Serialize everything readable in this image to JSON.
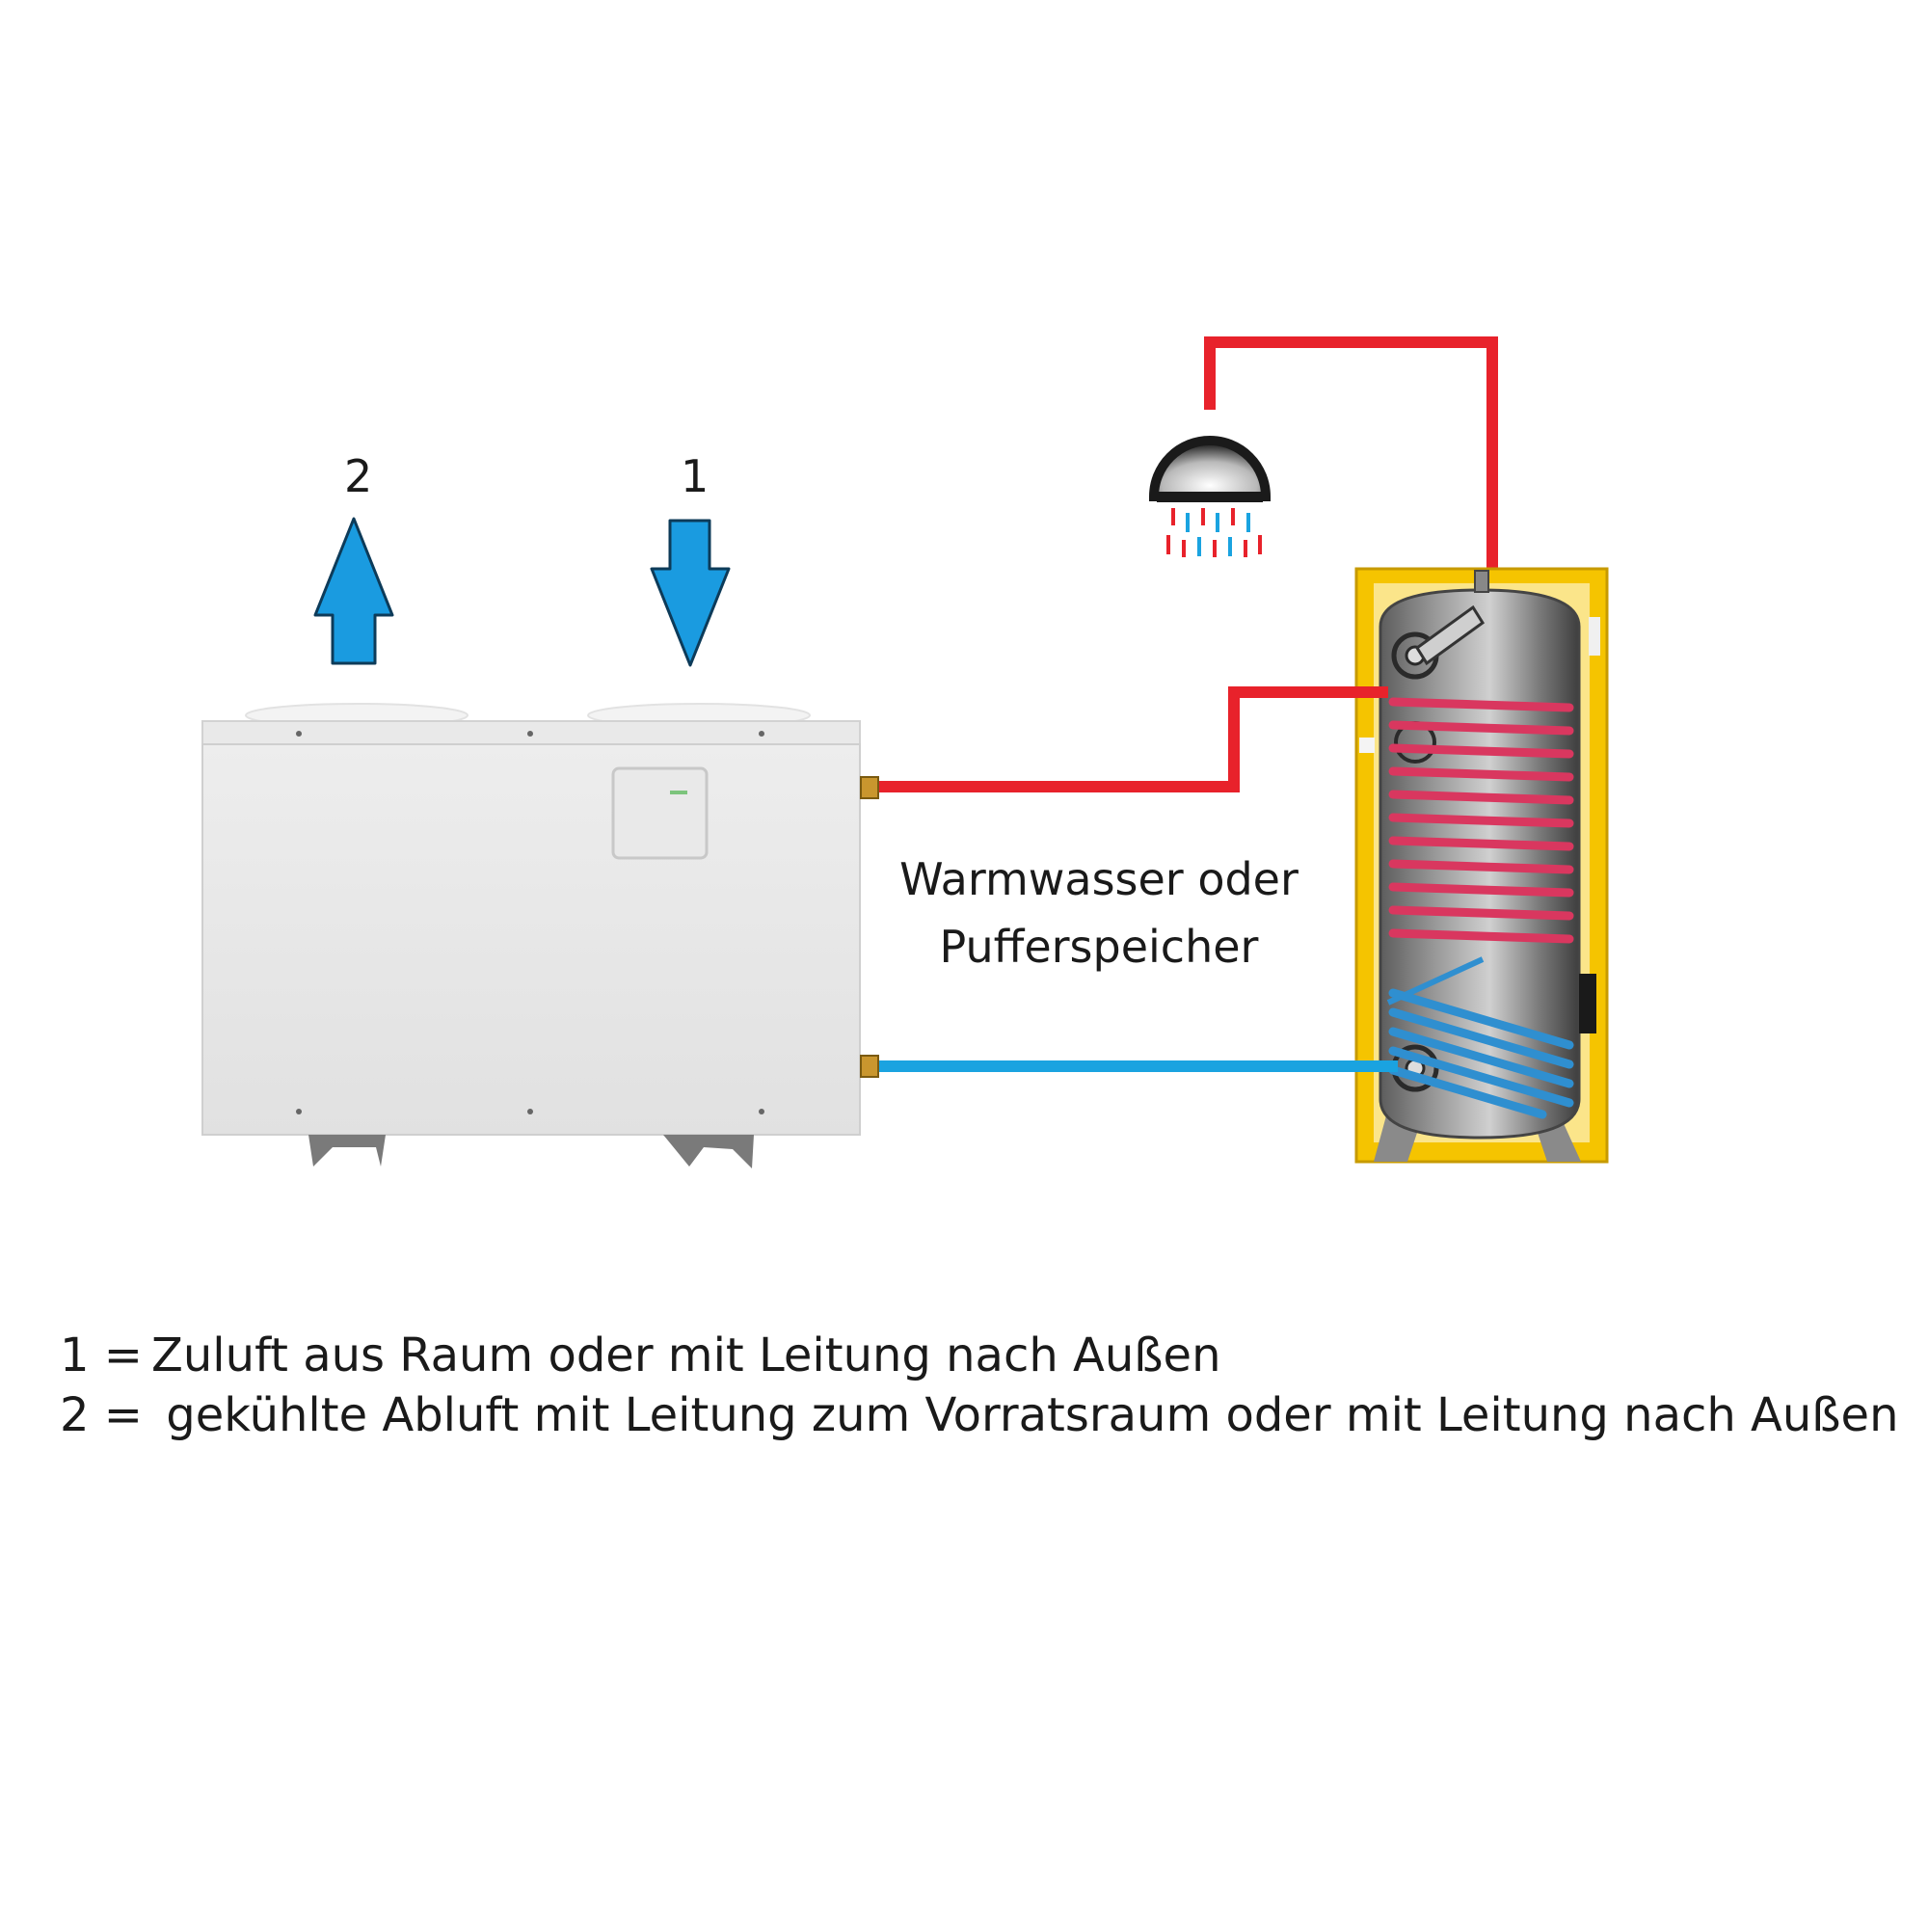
{
  "arrows": {
    "exhaust_number": "2",
    "intake_number": "1"
  },
  "storage_label": {
    "line1": "Warmwasser oder",
    "line2": "Pufferspeicher"
  },
  "legend": {
    "items": [
      {
        "key": "1  =",
        "text": "Zuluft aus Raum oder mit Leitung nach Außen"
      },
      {
        "key": "2 =",
        "text": " gekühlte Abluft mit Leitung zum Vorratsraum oder mit Leitung nach Außen"
      }
    ]
  },
  "colors": {
    "hot_pipe": "#e8222b",
    "cold_pipe": "#1aa3e0",
    "arrow_fill": "#1a9be0",
    "tank_frame": "#f5c400",
    "tank_body": "#7d7d7d",
    "coil_hot": "#d9375f",
    "coil_cold": "#2f8fd0",
    "unit_body": "#e6e6e6"
  },
  "icons": {
    "shower": "shower-head-icon",
    "up_arrow": "arrow-up-icon",
    "down_arrow": "arrow-down-icon"
  }
}
